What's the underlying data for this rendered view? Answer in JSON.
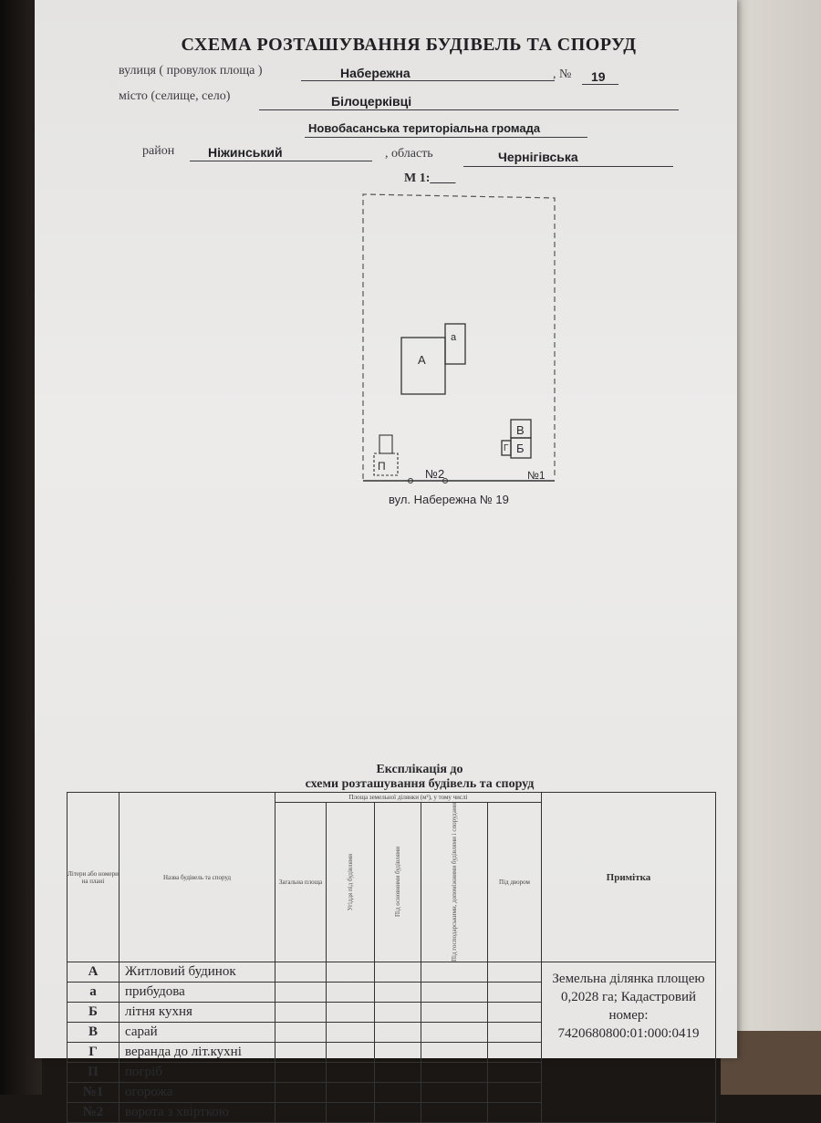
{
  "document": {
    "title": "СХЕМА РОЗТАШУВАННЯ БУДІВЕЛЬ ТА СПОРУД",
    "street_label": "вулиця ( провулок площа )",
    "street_value": "Набережна",
    "number_label": ", №",
    "number_value": "19",
    "city_label": "місто (селище, село)",
    "city_value": "Білоцерківці",
    "community_value": "Новобасанська територіальна громада",
    "district_label": "район",
    "district_value": "Ніжинський",
    "region_label": ", область",
    "region_value": "Чернігівська",
    "scale_label": "М 1:____"
  },
  "plan": {
    "label_A": "А",
    "label_a": "а",
    "label_V": "В",
    "label_B": "Б",
    "label_G": "Г",
    "label_P": "П",
    "label_n1": "№1",
    "label_n2": "№2",
    "street_caption": "вул. Набережна № 19"
  },
  "explication": {
    "title1": "Експлікація до",
    "title2": "схеми розташування будівель та споруд",
    "headers": {
      "col_code": "Літери або номери на плані",
      "col_name": "Назва будівель та споруд",
      "area_group": "Площа земельної ділянки (м²), у тому числі",
      "col_total": "Загальна площа",
      "col_built": "Угіддя під будівлями",
      "col_main": "Під основними будівлями",
      "col_aux": "Під господарськими, допоміжними будівлями і спорудами",
      "col_yard": "Під двором",
      "col_note": "Примітка"
    },
    "rows": [
      {
        "code": "А",
        "name": "Житловий будинок"
      },
      {
        "code": "а",
        "name": "прибудова"
      },
      {
        "code": "Б",
        "name": "літня кухня"
      },
      {
        "code": "В",
        "name": "сарай"
      },
      {
        "code": "Г",
        "name": "веранда до літ.кухні"
      },
      {
        "code": "П",
        "name": "погріб"
      },
      {
        "code": "№1",
        "name": "огорожа"
      },
      {
        "code": "№2",
        "name": "ворота з хвірткою"
      }
    ],
    "note_line1": "Земельна ділянка площею",
    "note_line2": "0,2028 га; Кадастровий",
    "note_line3": "номер:",
    "note_line4": "7420680800:01:000:0419"
  }
}
